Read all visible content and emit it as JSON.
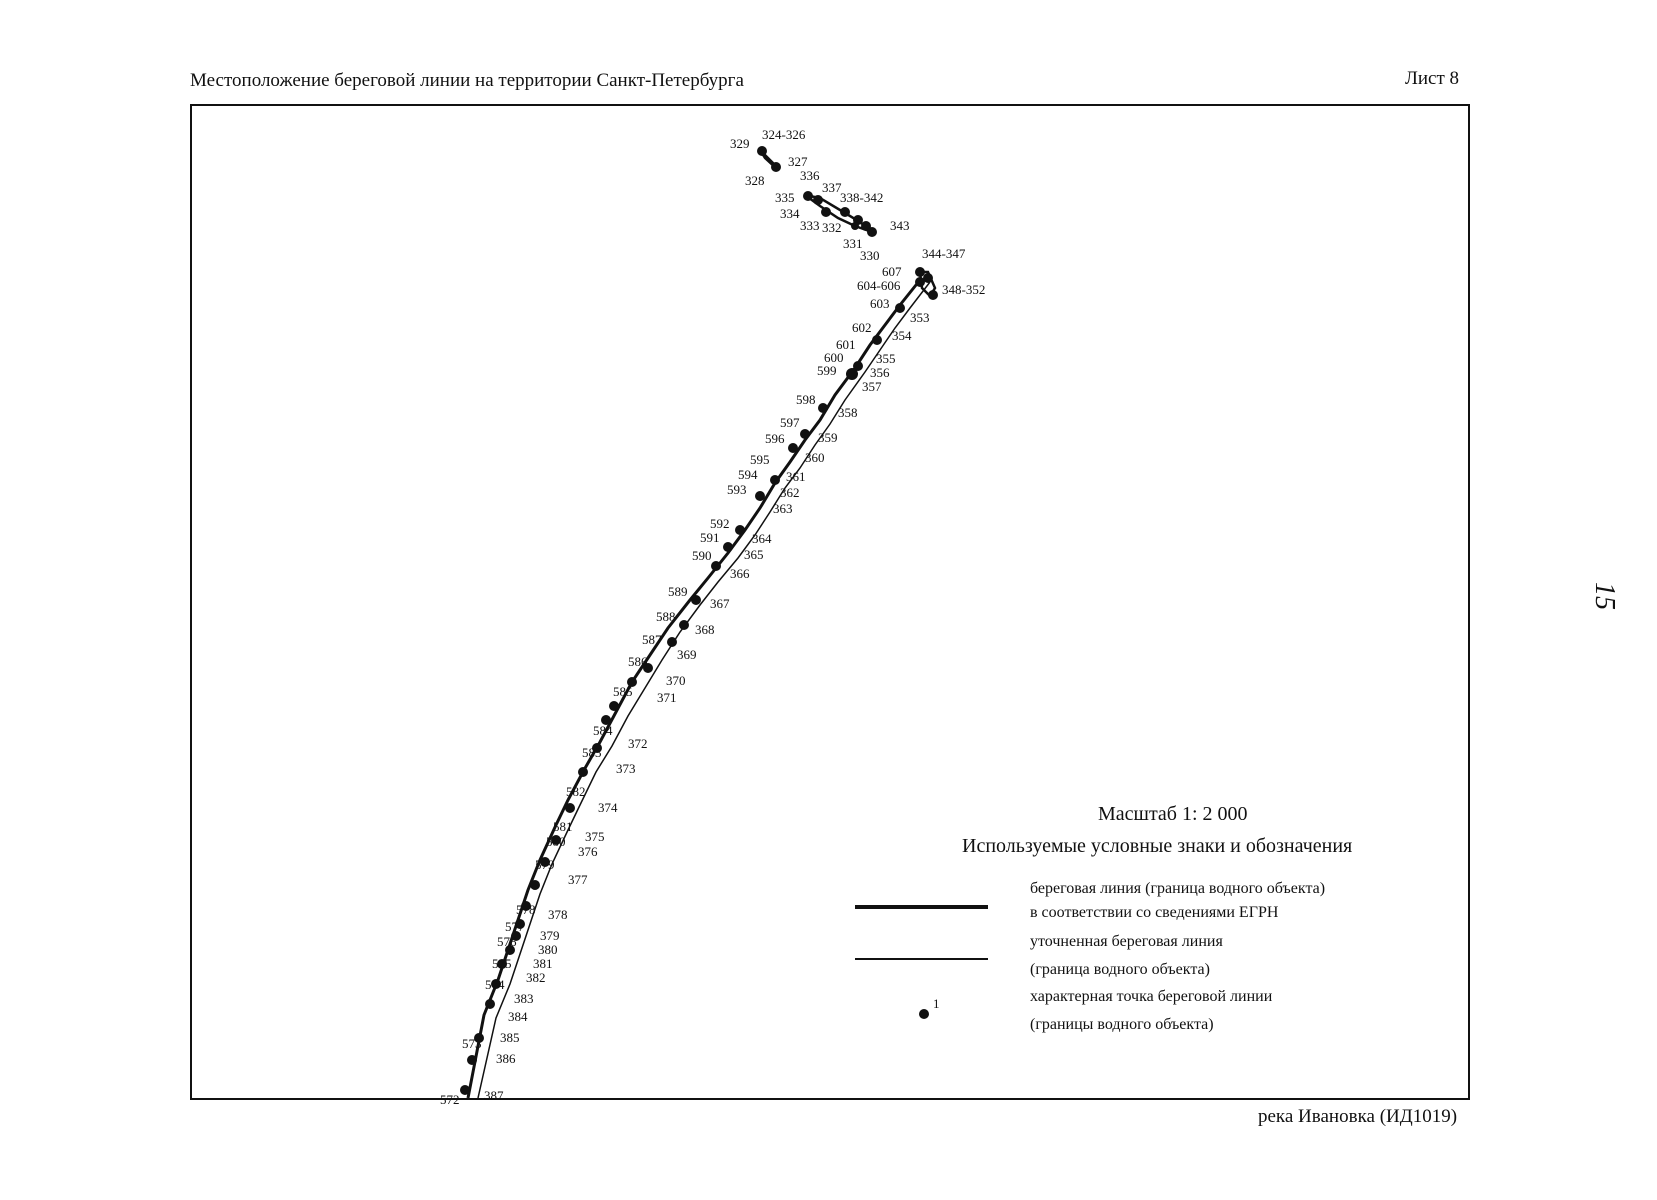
{
  "header": {
    "title": "Местоположение береговой линии на территории Санкт-Петербурга",
    "sheet": "Лист 8"
  },
  "footer": {
    "caption": "река Ивановка (ИД1019)"
  },
  "page_number": "15",
  "legend": {
    "scale": "Масштаб 1: 2 000",
    "title": "Используемые условные знаки и обозначения",
    "egrn_line_1": "береговая линия (граница водного объекта)",
    "egrn_line_2": "в соответствии со сведениями ЕГРН",
    "refined_line_1": "уточненная  береговая линия",
    "refined_line_2": "(граница водного объекта)",
    "point_line_1": "характерная точка береговой линии",
    "point_line_2": "(границы водного объекта)",
    "point_sample_label": "1"
  },
  "point_labels": [
    "324-326",
    "327",
    "328",
    "329",
    "330",
    "331",
    "332",
    "333",
    "334",
    "335",
    "336",
    "337",
    "338-342",
    "343",
    "344-347",
    "348-352",
    "353",
    "354",
    "355",
    "356",
    "357",
    "358",
    "359",
    "360",
    "361",
    "362",
    "363",
    "364",
    "365",
    "366",
    "367",
    "368",
    "369",
    "370",
    "371",
    "372",
    "373",
    "374",
    "375",
    "376",
    "377",
    "378",
    "379",
    "380",
    "381",
    "382",
    "383",
    "384",
    "385",
    "386",
    "387",
    "572",
    "573",
    "574",
    "575",
    "576",
    "577",
    "578",
    "579",
    "580",
    "581",
    "582",
    "583",
    "584",
    "585",
    "586",
    "587",
    "588",
    "589",
    "590",
    "591",
    "592",
    "593",
    "594",
    "595",
    "596",
    "597",
    "598",
    "599",
    "600",
    "601",
    "602",
    "603",
    "604-606",
    "607"
  ]
}
